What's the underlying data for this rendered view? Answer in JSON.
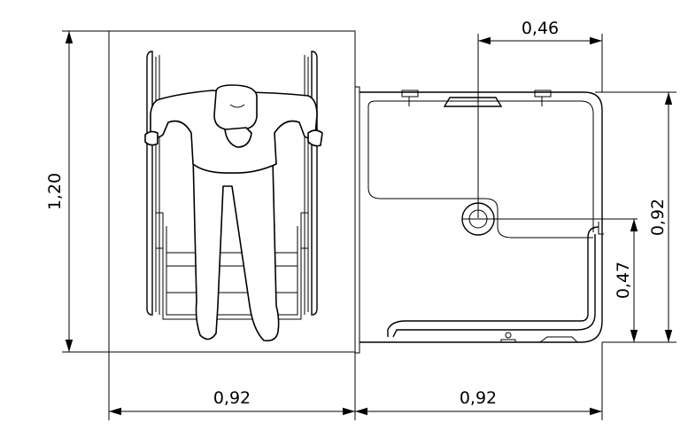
{
  "dimensions": {
    "area_height": "1,20",
    "area_width": "0,92",
    "sink_width": "0,92",
    "faucet_offset": "0,46",
    "sink_depth": "0,92",
    "bar_height": "0,47"
  }
}
